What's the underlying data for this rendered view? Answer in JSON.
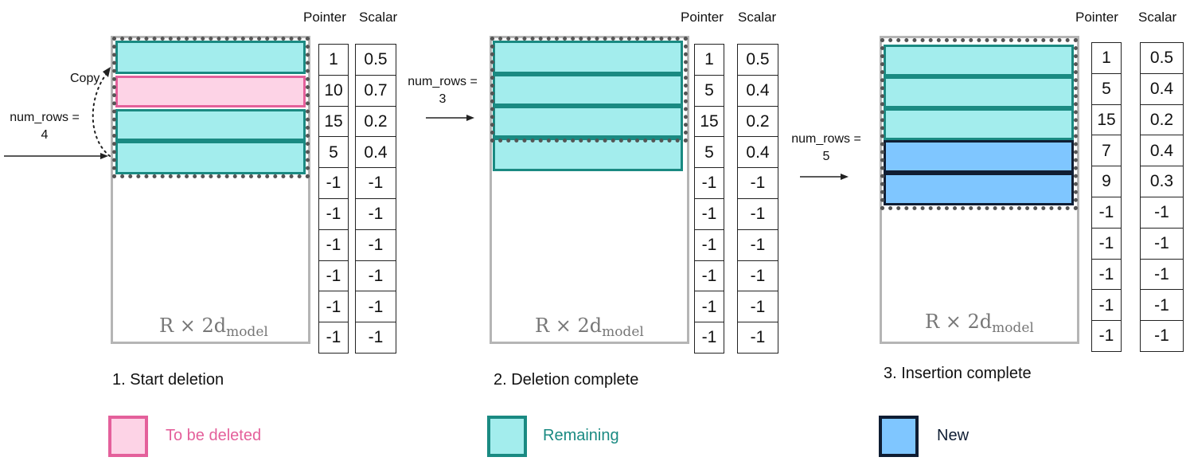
{
  "headers": {
    "pointer": "Pointer",
    "scalar": "Scalar"
  },
  "matrix_label": {
    "base": "R × 2d",
    "sub": "model"
  },
  "panels": [
    {
      "title": "1. Start deletion",
      "num_rows_label": "num_rows =",
      "num_rows_value": "4",
      "copy_label": "Copy",
      "pointer": [
        "1",
        "10",
        "15",
        "5",
        "-1",
        "-1",
        "-1",
        "-1",
        "-1",
        "-1"
      ],
      "scalar": [
        "0.5",
        "0.7",
        "0.2",
        "0.4",
        "-1",
        "-1",
        "-1",
        "-1",
        "-1",
        "-1"
      ]
    },
    {
      "title": "2. Deletion complete",
      "num_rows_label": "num_rows =",
      "num_rows_value": "3",
      "pointer": [
        "1",
        "5",
        "15",
        "5",
        "-1",
        "-1",
        "-1",
        "-1",
        "-1",
        "-1"
      ],
      "scalar": [
        "0.5",
        "0.4",
        "0.2",
        "0.4",
        "-1",
        "-1",
        "-1",
        "-1",
        "-1",
        "-1"
      ]
    },
    {
      "title": "3. Insertion complete",
      "num_rows_label": "num_rows =",
      "num_rows_value": "5",
      "pointer": [
        "1",
        "5",
        "15",
        "7",
        "9",
        "-1",
        "-1",
        "-1",
        "-1",
        "-1"
      ],
      "scalar": [
        "0.5",
        "0.4",
        "0.2",
        "0.4",
        "0.3",
        "-1",
        "-1",
        "-1",
        "-1",
        "-1"
      ]
    }
  ],
  "legend": [
    {
      "label": "To be deleted",
      "color": "#e4609b",
      "fill": "#fdd3e6"
    },
    {
      "label": "Remaining",
      "color": "#1a8a82",
      "fill": "#a3eded"
    },
    {
      "label": "New",
      "color": "#0f1d33",
      "fill": "#7fc6ff"
    }
  ]
}
